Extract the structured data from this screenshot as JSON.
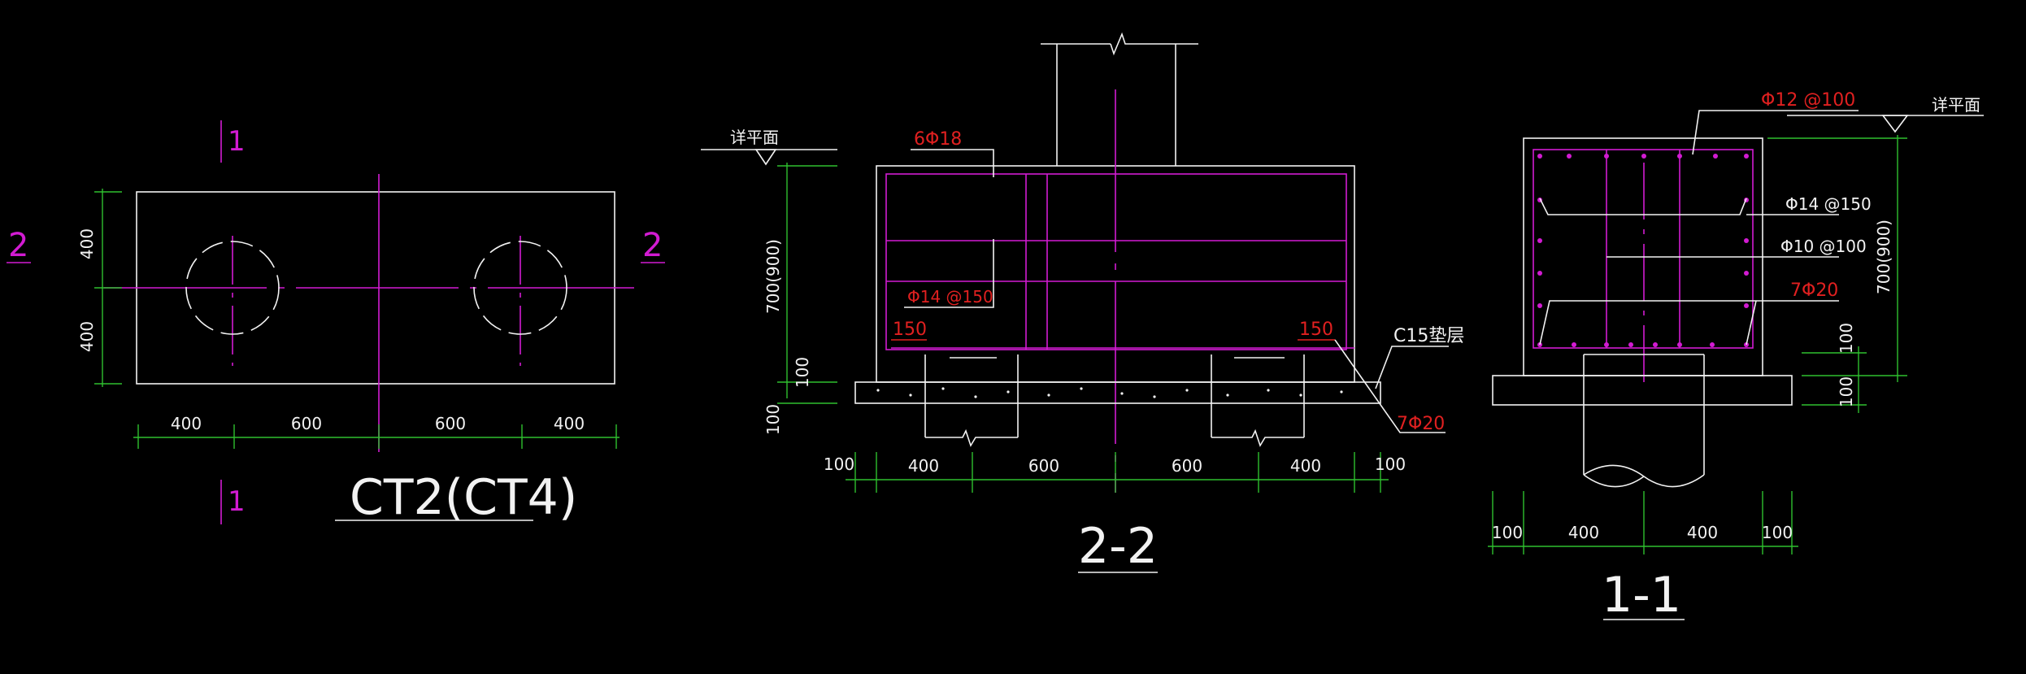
{
  "colors": {
    "background": "#000000",
    "outline": "#f2f2f2",
    "dimension": "#2fbf2f",
    "axis": "#d21bd2",
    "rebar_label": "#e02020"
  },
  "plan": {
    "title": "CT2(CT4)",
    "section_mark_1": "1",
    "section_mark_2": "2",
    "dim_h": [
      "400",
      "600",
      "600",
      "400"
    ],
    "dim_v": [
      "400",
      "400"
    ]
  },
  "section22": {
    "title": "2-2",
    "elevation_label": "详平面",
    "top_bars": "6Φ18",
    "stirrups": "Φ14 @150",
    "side_left": "150",
    "side_right": "150",
    "cushion": "C15垫层",
    "bottom_bars": "7Φ20",
    "height": "700(900)",
    "cushion_thk": "100",
    "cushion_thk2": "100",
    "dim_h": [
      "100",
      "400",
      "600",
      "600",
      "400",
      "100"
    ]
  },
  "section11": {
    "title": "1-1",
    "elevation_label": "详平面",
    "top_bars": "Φ12 @100",
    "side_bars": "Φ14 @150",
    "tie_bars": "Φ10 @100",
    "bottom_bars": "7Φ20",
    "height": "700(900)",
    "cushion_thk": "100",
    "cushion_thk2": "100",
    "dim_h": [
      "100",
      "400",
      "400",
      "100"
    ]
  }
}
